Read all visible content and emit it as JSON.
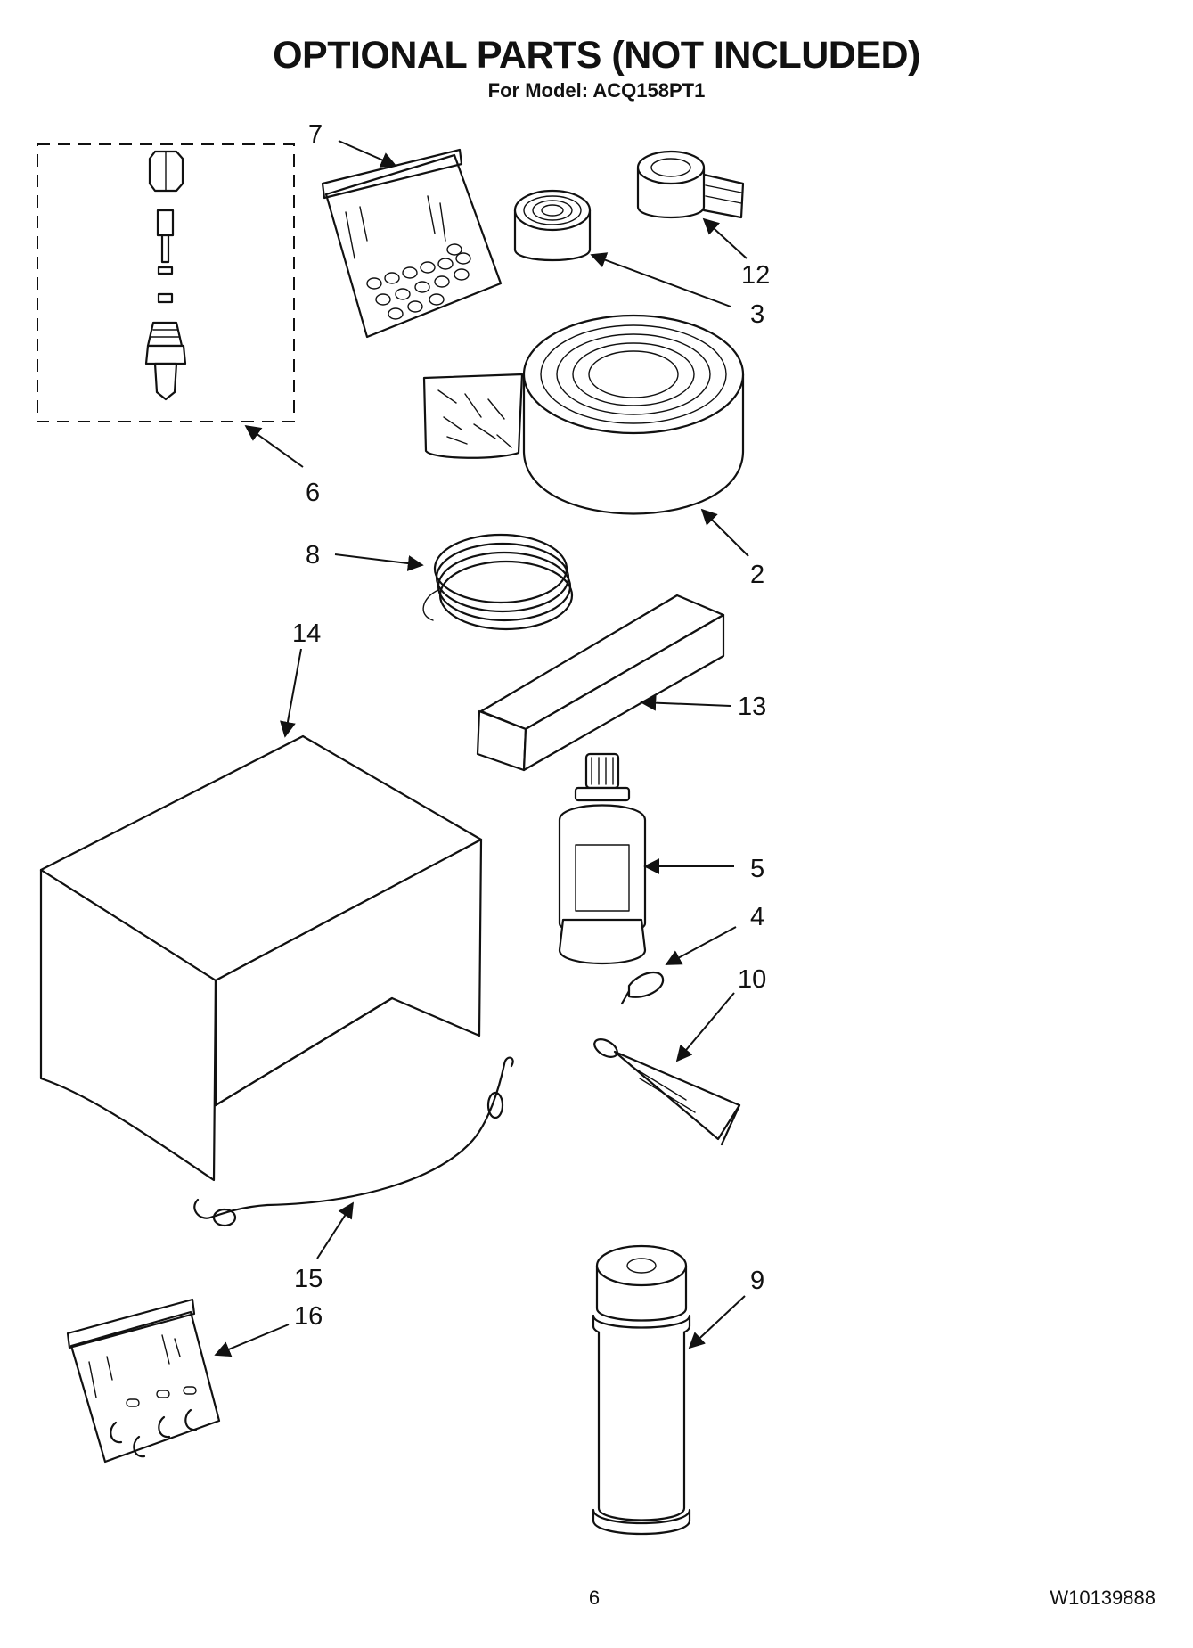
{
  "header": {
    "title": "OPTIONAL PARTS (NOT INCLUDED)",
    "subtitle": "For Model: ACQ158PT1"
  },
  "callouts": [
    {
      "id": "7",
      "label": "7"
    },
    {
      "id": "6",
      "label": "6"
    },
    {
      "id": "12",
      "label": "12"
    },
    {
      "id": "3",
      "label": "3"
    },
    {
      "id": "2",
      "label": "2"
    },
    {
      "id": "8",
      "label": "8"
    },
    {
      "id": "14",
      "label": "14"
    },
    {
      "id": "13",
      "label": "13"
    },
    {
      "id": "5",
      "label": "5"
    },
    {
      "id": "4",
      "label": "4"
    },
    {
      "id": "10",
      "label": "10"
    },
    {
      "id": "15",
      "label": "15"
    },
    {
      "id": "16",
      "label": "16"
    },
    {
      "id": "9",
      "label": "9"
    }
  ],
  "footer": {
    "page_number": "6",
    "document_number": "W10139888"
  }
}
